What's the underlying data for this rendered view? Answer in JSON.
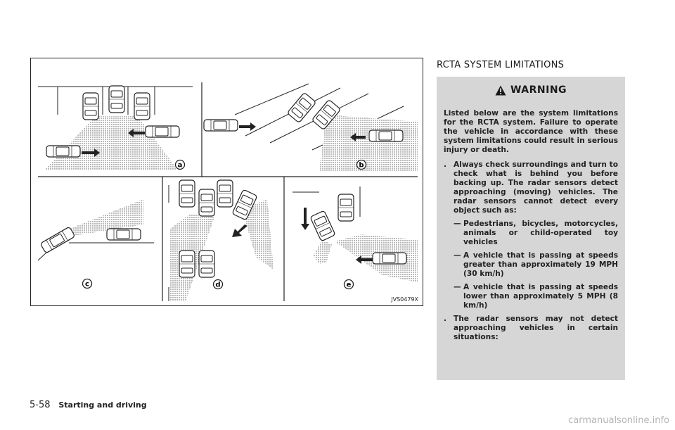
{
  "figure": {
    "code": "JVS0479X",
    "panel_labels": [
      "a",
      "b",
      "c",
      "d",
      "e"
    ]
  },
  "section": {
    "title": "RCTA SYSTEM LIMITATIONS"
  },
  "warning": {
    "label": "WARNING",
    "intro": "Listed below are the system limitations for the RCTA system. Failure to operate the vehicle in accordance with these system limitations could result in serious injury or death.",
    "bullets": [
      {
        "mark": ".",
        "text": "Always check surroundings and turn to check what is behind you before backing up. The radar sensors detect approaching (moving) vehicles. The radar sensors cannot detect every object such as:",
        "subs": [
          {
            "mark": "—",
            "text": "Pedestrians, bicycles, motorcycles, animals or child-operated toy vehicles"
          },
          {
            "mark": "—",
            "text": "A vehicle that is passing at speeds greater than approximately 19 MPH (30 km/h)"
          },
          {
            "mark": "—",
            "text": "A vehicle that is passing at speeds lower than approximately 5 MPH (8 km/h)"
          }
        ]
      },
      {
        "mark": ".",
        "text": "The radar sensors may not detect approaching vehicles in certain situations:",
        "subs": []
      }
    ]
  },
  "footer": {
    "page_number": "5-58",
    "chapter": "Starting and driving"
  },
  "watermark": "carmanualsonline.info"
}
